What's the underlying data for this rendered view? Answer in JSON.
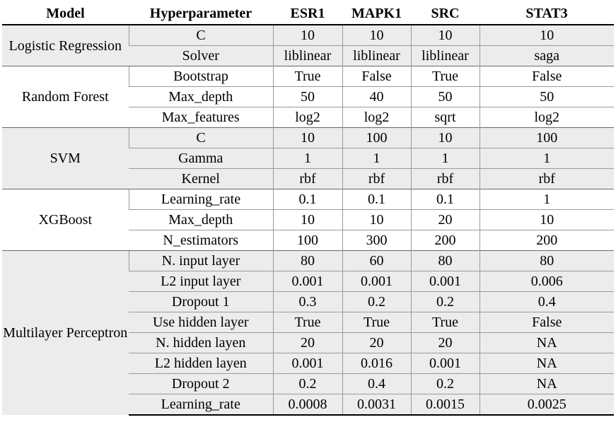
{
  "table": {
    "headers": [
      "Model",
      "Hyperparameter",
      "ESR1",
      "MAPK1",
      "SRC",
      "STAT3"
    ],
    "groups": [
      {
        "model": "Logistic Regression",
        "rows": [
          [
            "C",
            "10",
            "10",
            "10",
            "10"
          ],
          [
            "Solver",
            "liblinear",
            "liblinear",
            "liblinear",
            "saga"
          ]
        ]
      },
      {
        "model": "Random Forest",
        "rows": [
          [
            "Bootstrap",
            "True",
            "False",
            "True",
            "False"
          ],
          [
            "Max_depth",
            "50",
            "40",
            "50",
            "50"
          ],
          [
            "Max_features",
            "log2",
            "log2",
            "sqrt",
            "log2"
          ]
        ]
      },
      {
        "model": "SVM",
        "rows": [
          [
            "C",
            "10",
            "100",
            "10",
            "100"
          ],
          [
            "Gamma",
            "1",
            "1",
            "1",
            "1"
          ],
          [
            "Kernel",
            "rbf",
            "rbf",
            "rbf",
            "rbf"
          ]
        ]
      },
      {
        "model": "XGBoost",
        "rows": [
          [
            "Learning_rate",
            "0.1",
            "0.1",
            "0.1",
            "1"
          ],
          [
            "Max_depth",
            "10",
            "10",
            "20",
            "10"
          ],
          [
            "N_estimators",
            "100",
            "300",
            "200",
            "200"
          ]
        ]
      },
      {
        "model": "Multilayer Perceptron",
        "rows": [
          [
            "N. input layer",
            "80",
            "60",
            "80",
            "80"
          ],
          [
            "L2 input layer",
            "0.001",
            "0.001",
            "0.001",
            "0.006"
          ],
          [
            "Dropout 1",
            "0.3",
            "0.2",
            "0.2",
            "0.4"
          ],
          [
            "Use hidden layer",
            "True",
            "True",
            "True",
            "False"
          ],
          [
            "N. hidden layen",
            "20",
            "20",
            "20",
            "NA"
          ],
          [
            "L2 hidden layen",
            "0.001",
            "0.016",
            "0.001",
            "NA"
          ],
          [
            "Dropout 2",
            "0.2",
            "0.4",
            "0.2",
            "NA"
          ],
          [
            "Learning_rate",
            "0.0008",
            "0.0031",
            "0.0015",
            "0.0025"
          ]
        ]
      }
    ],
    "colors": {
      "shade": "#ececec",
      "plain": "#ffffff",
      "grid": "#9a9a9a",
      "rule": "#000000"
    }
  }
}
